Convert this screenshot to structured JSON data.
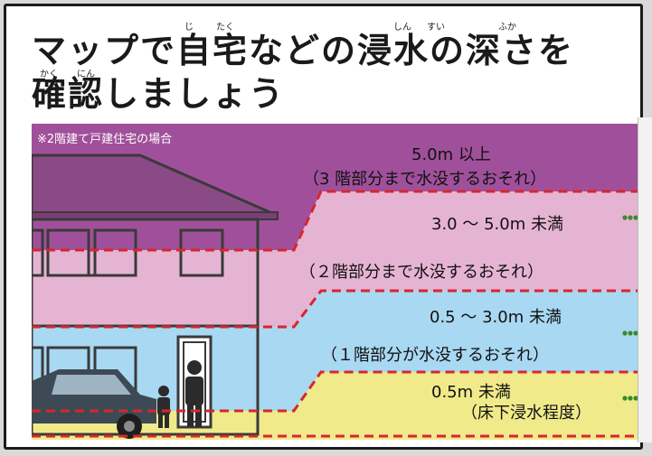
{
  "title": {
    "line1": "マップで自宅などの浸水の深さを",
    "line2": "確認しましょう",
    "ruby": {
      "jitaku_ji": "じ",
      "jitaku_taku": "たく",
      "shinsui_shin": "しん",
      "shinsui_sui": "すい",
      "fuka": "ふか",
      "kakunin_kaku": "かく",
      "kakunin_nin": "にん"
    }
  },
  "illustration": {
    "note": "※2階建て戸建住宅の場合",
    "bands": [
      {
        "line1": "5.0m 以上",
        "line2": "（3 階部分まで水没するおそれ）",
        "color": "#a0509a"
      },
      {
        "line1": "3.0 ～ 5.0m 未満",
        "line2": "（２階部分まで水没するおそれ）",
        "color": "#e6b4d3"
      },
      {
        "line1": "0.5 ～ 3.0m 未満",
        "line2": "（１階部分が水没するおそれ）",
        "color": "#a9d8f2"
      },
      {
        "line1": "0.5m 未満",
        "line2": "（床下浸水程度）",
        "color": "#f0ea8a"
      }
    ],
    "dashed_color": "#d8262c",
    "connector_color": "#3a8a2a"
  }
}
